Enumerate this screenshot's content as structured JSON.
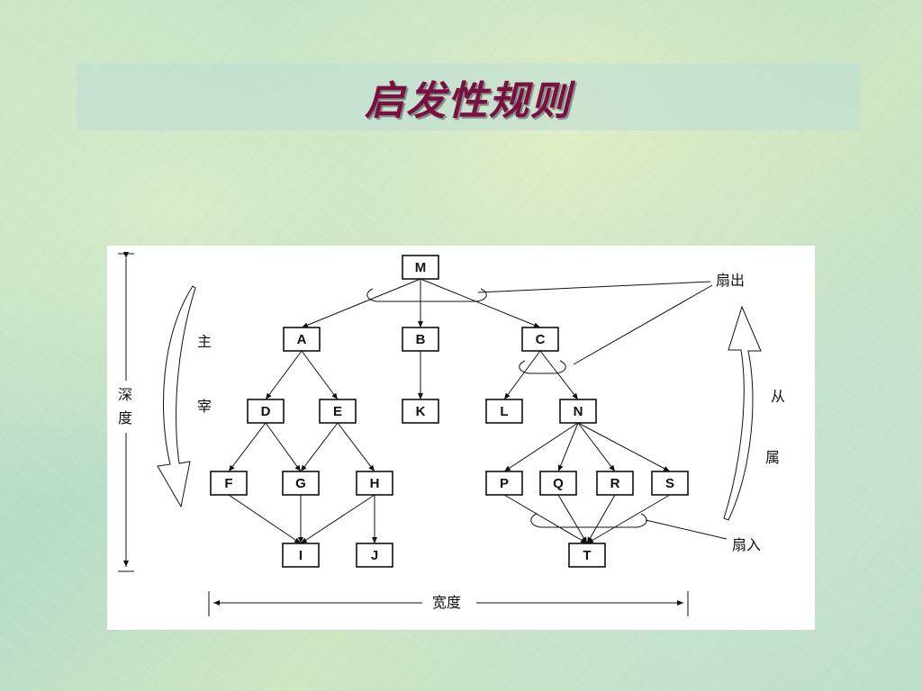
{
  "slide": {
    "title": "启发性规则"
  },
  "diagram": {
    "nodes": {
      "M": "M",
      "A": "A",
      "B": "B",
      "C": "C",
      "D": "D",
      "E": "E",
      "K": "K",
      "L": "L",
      "N": "N",
      "F": "F",
      "G": "G",
      "H": "H",
      "P": "P",
      "Q": "Q",
      "R": "R",
      "S": "S",
      "I": "I",
      "J": "J",
      "T": "T"
    },
    "edges": [
      [
        "M",
        "A"
      ],
      [
        "M",
        "B"
      ],
      [
        "M",
        "C"
      ],
      [
        "A",
        "D"
      ],
      [
        "A",
        "E"
      ],
      [
        "B",
        "K"
      ],
      [
        "C",
        "L"
      ],
      [
        "C",
        "N"
      ],
      [
        "D",
        "F"
      ],
      [
        "D",
        "G"
      ],
      [
        "E",
        "G"
      ],
      [
        "E",
        "H"
      ],
      [
        "N",
        "P"
      ],
      [
        "N",
        "Q"
      ],
      [
        "N",
        "R"
      ],
      [
        "N",
        "S"
      ],
      [
        "F",
        "I"
      ],
      [
        "G",
        "I"
      ],
      [
        "H",
        "I"
      ],
      [
        "H",
        "J"
      ],
      [
        "P",
        "T"
      ],
      [
        "Q",
        "T"
      ],
      [
        "R",
        "T"
      ],
      [
        "S",
        "T"
      ]
    ],
    "labels": {
      "depth_char1": "深",
      "depth_char2": "度",
      "width": "宽度",
      "master_char1": "主",
      "master_char2": "宰",
      "slave_char1": "从",
      "slave_char2": "属",
      "fan_out": "扇出",
      "fan_in": "扇入"
    }
  }
}
